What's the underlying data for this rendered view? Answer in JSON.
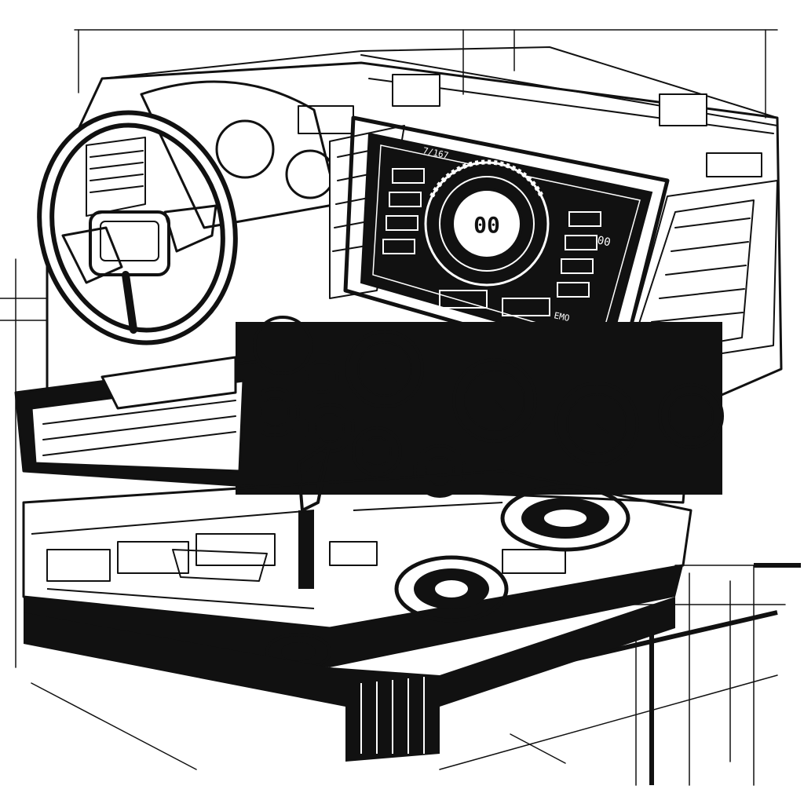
{
  "scene": {
    "colors": {
      "ink": "#111111",
      "paper": "#ffffff",
      "shade": "#2a2a2a"
    }
  },
  "screen": {
    "center_readout": "00",
    "top_label": "7/167",
    "right_label": "00",
    "bottom_label": "EMO"
  },
  "icons": [
    "steering-wheel-icon",
    "gear-shifter-icon",
    "gauge-icon",
    "speaker-icon"
  ]
}
